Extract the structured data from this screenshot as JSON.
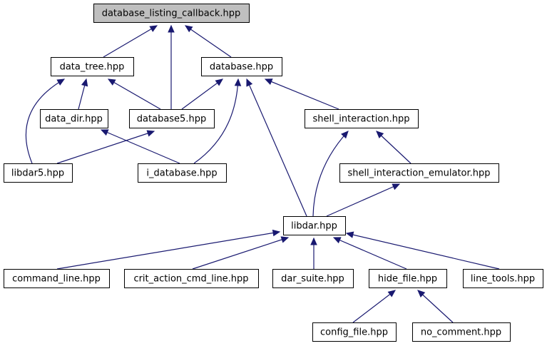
{
  "colors": {
    "root_fill": "#bfbfbf",
    "node_fill": "#ffffff",
    "edge": "#191970"
  },
  "nodes": [
    {
      "id": "database_listing_callback",
      "label": "database_listing_callback.hpp",
      "root": true
    },
    {
      "id": "data_tree",
      "label": "data_tree.hpp"
    },
    {
      "id": "database",
      "label": "database.hpp"
    },
    {
      "id": "data_dir",
      "label": "data_dir.hpp"
    },
    {
      "id": "database5",
      "label": "database5.hpp"
    },
    {
      "id": "shell_interaction",
      "label": "shell_interaction.hpp"
    },
    {
      "id": "libdar5",
      "label": "libdar5.hpp"
    },
    {
      "id": "i_database",
      "label": "i_database.hpp"
    },
    {
      "id": "shell_interaction_emulator",
      "label": "shell_interaction_emulator.hpp"
    },
    {
      "id": "libdar",
      "label": "libdar.hpp"
    },
    {
      "id": "command_line",
      "label": "command_line.hpp"
    },
    {
      "id": "crit_action_cmd_line",
      "label": "crit_action_cmd_line.hpp"
    },
    {
      "id": "dar_suite",
      "label": "dar_suite.hpp"
    },
    {
      "id": "hide_file",
      "label": "hide_file.hpp"
    },
    {
      "id": "line_tools",
      "label": "line_tools.hpp"
    },
    {
      "id": "config_file",
      "label": "config_file.hpp"
    },
    {
      "id": "no_comment",
      "label": "no_comment.hpp"
    }
  ],
  "edges": [
    {
      "from": "data_tree",
      "to": "database_listing_callback"
    },
    {
      "from": "database5",
      "to": "database_listing_callback"
    },
    {
      "from": "database",
      "to": "database_listing_callback"
    },
    {
      "from": "data_dir",
      "to": "data_tree"
    },
    {
      "from": "database5",
      "to": "data_tree"
    },
    {
      "from": "libdar5",
      "to": "data_tree"
    },
    {
      "from": "database5",
      "to": "database"
    },
    {
      "from": "i_database",
      "to": "database"
    },
    {
      "from": "libdar",
      "to": "database"
    },
    {
      "from": "shell_interaction",
      "to": "database"
    },
    {
      "from": "i_database",
      "to": "data_dir"
    },
    {
      "from": "libdar5",
      "to": "database5"
    },
    {
      "from": "libdar",
      "to": "shell_interaction"
    },
    {
      "from": "shell_interaction_emulator",
      "to": "shell_interaction"
    },
    {
      "from": "libdar",
      "to": "shell_interaction_emulator"
    },
    {
      "from": "command_line",
      "to": "libdar"
    },
    {
      "from": "crit_action_cmd_line",
      "to": "libdar"
    },
    {
      "from": "dar_suite",
      "to": "libdar"
    },
    {
      "from": "hide_file",
      "to": "libdar"
    },
    {
      "from": "line_tools",
      "to": "libdar"
    },
    {
      "from": "config_file",
      "to": "hide_file"
    },
    {
      "from": "no_comment",
      "to": "hide_file"
    }
  ]
}
